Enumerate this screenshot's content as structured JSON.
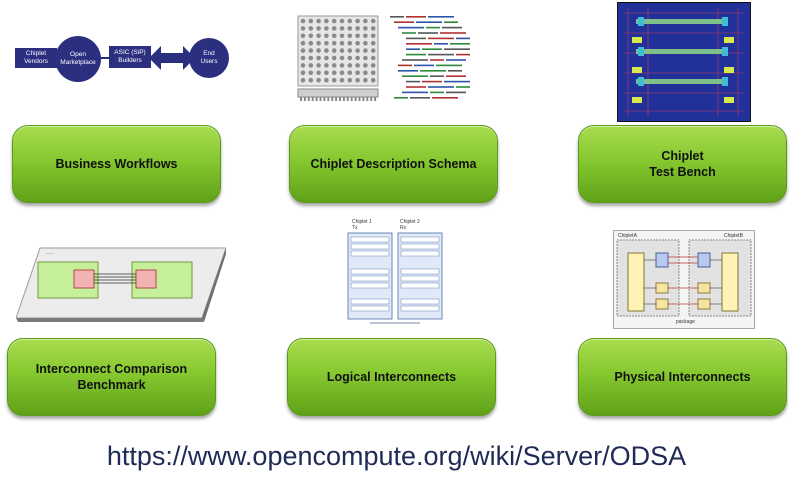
{
  "business_workflow_diagram": {
    "vendors": "Chiplet\nVendors",
    "marketplace": "Open\nMarketplace",
    "builders": "ASIC (SiP)\nBuilders",
    "users": "End\nUsers"
  },
  "tiles": {
    "business_workflows": "Business Workflows",
    "chiplet_description_schema": "Chiplet Description Schema",
    "chiplet_test_bench": "Chiplet\nTest Bench",
    "interconnect_comparison_benchmark": "Interconnect Comparison\nBenchmark",
    "logical_interconnects": "Logical Interconnects",
    "physical_interconnects": "Physical Interconnects"
  },
  "logical_diagram": {
    "chiplet1": "Chiplet 1",
    "chiplet1_sub": "Tx",
    "chiplet2": "Chiplet 2",
    "chiplet2_sub": "Rx"
  },
  "physical_diagram": {
    "chiplet_a": "ChipletA",
    "chiplet_b": "ChipletB",
    "package": "package"
  },
  "colors": {
    "tile_green": "#86c830",
    "diagram_navy": "#2b2f80",
    "url_text": "#1f2a57"
  },
  "url": "https://www.opencompute.org/wiki/Server/ODSA"
}
